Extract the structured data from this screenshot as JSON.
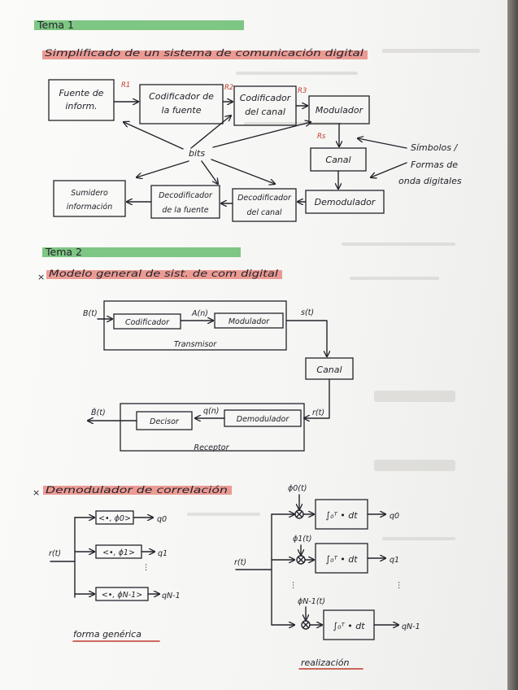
{
  "tema1": {
    "label": "Tema 1",
    "title": "Simplificado de un sistema de comunicación digital",
    "blocks": {
      "fuente": [
        "Fuente de",
        "inform."
      ],
      "cod_fuente": [
        "Codificador de",
        "la fuente"
      ],
      "cod_canal": [
        "Codificador",
        "del canal"
      ],
      "modulador": "Modulador",
      "canal": "Canal",
      "demodulador": "Demodulador",
      "dec_canal": [
        "Decodificador",
        "del canal"
      ],
      "dec_fuente": [
        "Decodificador",
        "de la fuente"
      ],
      "sumidero": [
        "Sumidero",
        "información"
      ]
    },
    "rates": [
      "R1",
      "R2",
      "R3",
      "Rs"
    ],
    "bits_label": "bits",
    "side_note": [
      "Símbolos /",
      "Formas de",
      "onda digitales"
    ]
  },
  "tema2": {
    "label": "Tema 2",
    "bullet1": "Modelo general de sist. de com digital",
    "model": {
      "input": "B(t)",
      "codificador": "Codificador",
      "a_n": "A(n)",
      "modulador": "Modulador",
      "transmisor": "Transmisor",
      "s_t": "s(t)",
      "canal": "Canal",
      "r_t": "r(t)",
      "demodulador": "Demodulador",
      "q_n": "q(n)",
      "decisor": "Decisor",
      "output": "B̂(t)",
      "receptor": "Receptor"
    },
    "bullet2": "Demodulador de correlación",
    "generic": {
      "input": "r(t)",
      "products": [
        "<•, ϕ0>",
        "<•, ϕ1>",
        "<•, ϕN-1>"
      ],
      "outputs": [
        "q0",
        "q1",
        "qN-1"
      ],
      "caption": "forma genérica"
    },
    "realization": {
      "input": "r(t)",
      "phis": [
        "ϕ0(t)",
        "ϕ1(t)",
        "ϕN-1(t)"
      ],
      "integral": "∫₀ᵀ • dt",
      "outputs": [
        "q0",
        "q1",
        "qN-1"
      ],
      "caption": "realización"
    }
  },
  "colors": {
    "ink": "#23232b",
    "highlight_green": "#69bd6f",
    "highlight_salmon": "#e8837a",
    "rate_red": "#c0392b"
  }
}
